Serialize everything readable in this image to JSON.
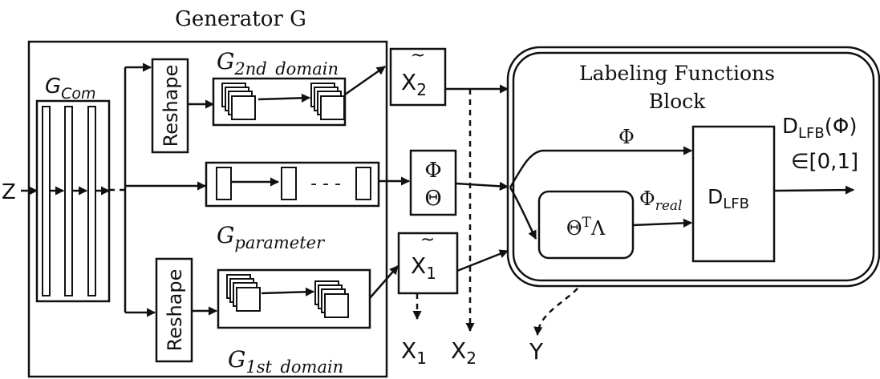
{
  "generator": {
    "title": "Generator G",
    "g_com": {
      "base": "G",
      "sub": "Com"
    },
    "g_2nd": {
      "base": "G",
      "sub": "2nd_domain"
    },
    "g_1st": {
      "base": "G",
      "sub": "1st_domain"
    },
    "g_param": {
      "base": "G",
      "sub": "parameter"
    },
    "reshape_top": "Reshape",
    "reshape_bottom": "Reshape",
    "dots": "- - -"
  },
  "input": {
    "z": "Z"
  },
  "outputs": {
    "x2_tilde": {
      "base": "X",
      "sub": "2"
    },
    "x1_tilde": {
      "base": "X",
      "sub": "1"
    },
    "params": {
      "phi": "Φ",
      "theta": "Θ"
    },
    "x1": {
      "base": "X",
      "sub": "1"
    },
    "x2": {
      "base": "X",
      "sub": "2"
    },
    "y": "Y"
  },
  "lfb": {
    "title_line1": "Labeling Functions",
    "title_line2": "Block",
    "phi": "Φ",
    "phi_real": {
      "base": "Φ",
      "sub": "real"
    },
    "theta_lambda": {
      "theta": "Θ",
      "sup": "T",
      "lambda": "Λ"
    },
    "d_lfb": {
      "base": "D",
      "sub": "LFB"
    },
    "output": {
      "base": "D",
      "sub": "LFB",
      "arg": "(Φ)",
      "range": "∈[0,1]"
    }
  }
}
